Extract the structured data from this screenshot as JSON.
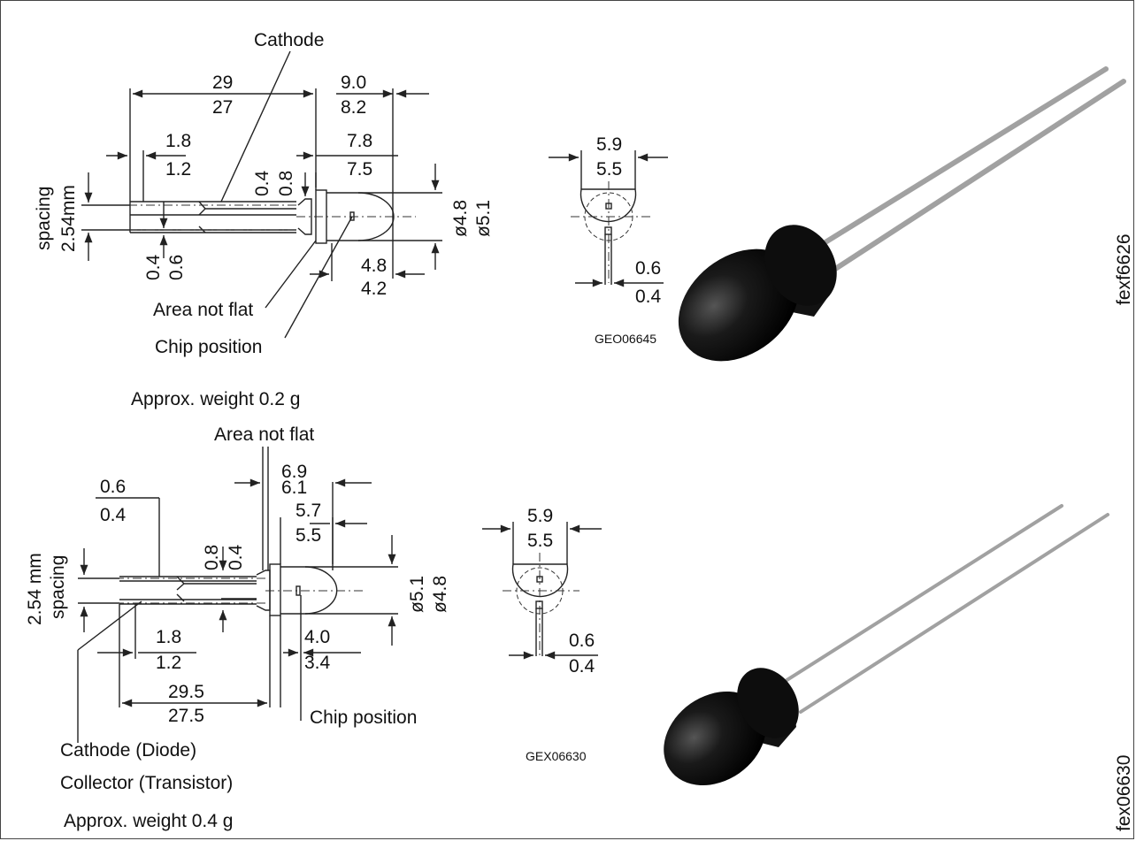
{
  "top": {
    "cathode": "Cathode",
    "d29": "29",
    "d27": "27",
    "d90": "9.0",
    "d82": "8.2",
    "d18": "1.8",
    "d12": "1.2",
    "d78": "7.8",
    "d75": "7.5",
    "d04": "0.4",
    "d08": "0.8",
    "spacing": "spacing",
    "spacing_val": "2.54mm",
    "d48": "ø4.8",
    "d51": "ø5.1",
    "b04": "0.4",
    "b06": "0.6",
    "l48": "4.8",
    "l42": "4.2",
    "area": "Area not flat",
    "chip": "Chip position",
    "weight": "Approx. weight 0.2 g",
    "side59": "5.9",
    "side55": "5.5",
    "side06": "0.6",
    "side04": "0.4",
    "code": "GEO06645",
    "photo_code": "fexf6626"
  },
  "bottom": {
    "area": "Area not flat",
    "d69": "6.9",
    "d61": "6.1",
    "d06": "0.6",
    "d04": "0.4",
    "d57": "5.7",
    "d55": "5.5",
    "d08": "0.8",
    "d04b": "0.4",
    "spacing_val": "2.54 mm",
    "spacing": "spacing",
    "d51": "ø5.1",
    "d48": "ø4.8",
    "d18": "1.8",
    "d12": "1.2",
    "d40": "4.0",
    "d34": "3.4",
    "d295": "29.5",
    "d275": "27.5",
    "chip": "Chip position",
    "cathode": "Cathode (Diode)",
    "collector": "Collector (Transistor)",
    "weight": "Approx. weight 0.4 g",
    "side59": "5.9",
    "side55": "5.5",
    "side06": "0.6",
    "side04": "0.4",
    "code": "GEX06630",
    "photo_code": "fex06630"
  },
  "colors": {
    "led_body": "#151515",
    "lead": "#9a9a9a"
  }
}
